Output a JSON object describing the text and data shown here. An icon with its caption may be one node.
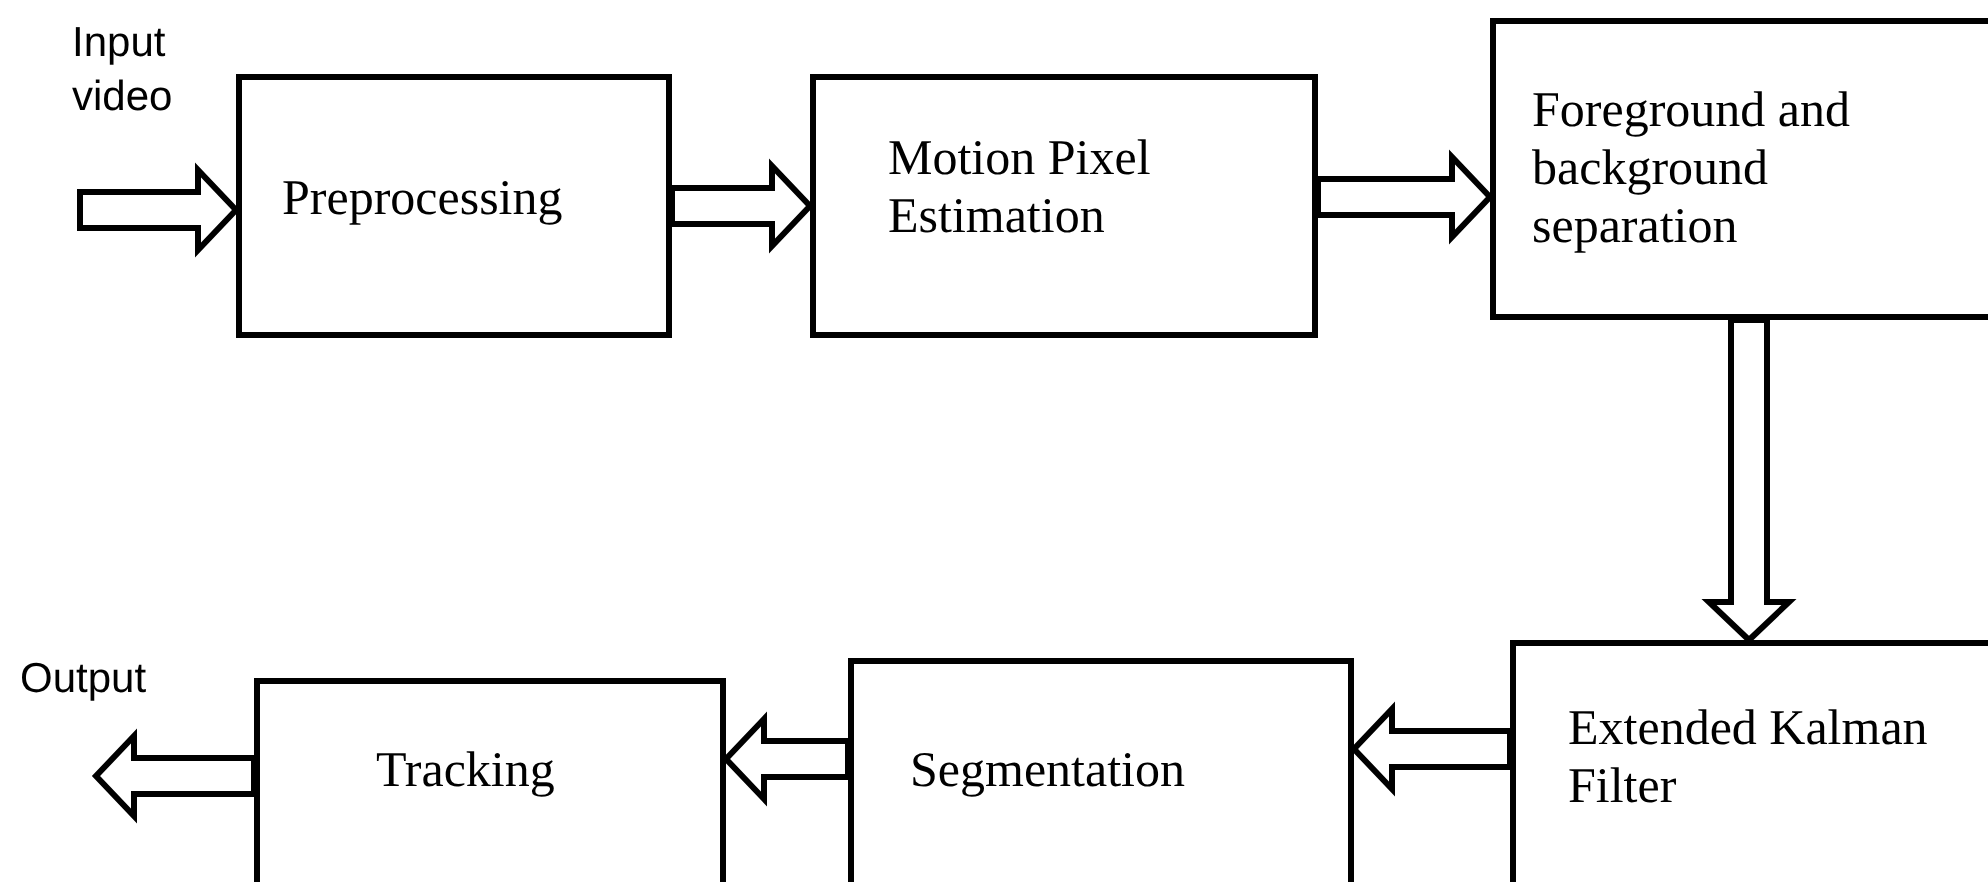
{
  "diagram": {
    "nodes": [
      {
        "text": [
          "Preprocessing"
        ]
      },
      {
        "text": [
          "Motion Pixel Estimation"
        ]
      },
      {
        "text": [
          "Foreground and background separation"
        ]
      },
      {
        "text": [
          "Extended Kalman Filter"
        ]
      },
      {
        "text": [
          "Segmentation"
        ]
      },
      {
        "text": [
          "Tracking"
        ]
      }
    ],
    "edges": [
      {
        "from": null,
        "to": 0,
        "arrow": "to"
      },
      {
        "from": 0,
        "to": 1,
        "arrow": "to"
      },
      {
        "from": 1,
        "to": 2,
        "arrow": "to"
      },
      {
        "from": 2,
        "to": 3,
        "arrow": "to"
      },
      {
        "from": 3,
        "to": 4,
        "arrow": "to"
      },
      {
        "from": 4,
        "to": 5,
        "arrow": "to"
      },
      {
        "from": 5,
        "to": null,
        "arrow": "to"
      }
    ],
    "labels": [
      "Input video",
      "Output"
    ]
  }
}
